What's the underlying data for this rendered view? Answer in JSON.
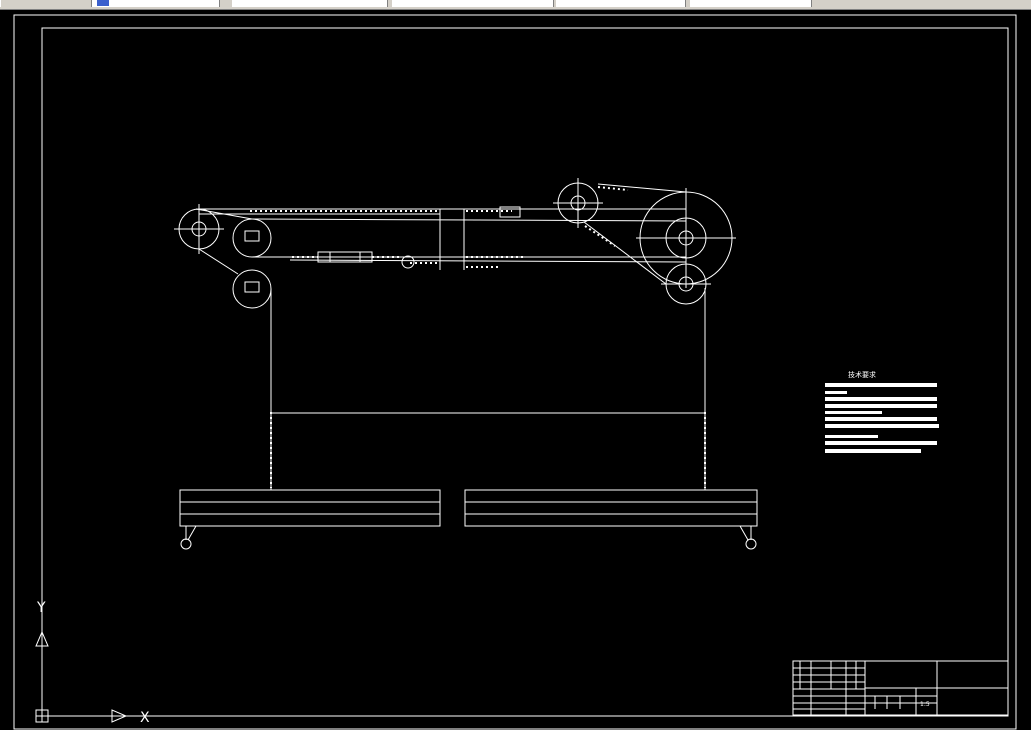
{
  "window": {
    "toolbar_segments": [
      "",
      "",
      "",
      "",
      "",
      "",
      ""
    ]
  },
  "colors": {
    "background": "#000000",
    "linework": "#ffffff",
    "toolbar": "#d4d0c8"
  },
  "drawing": {
    "notes_title": "技术要求",
    "title_block": {
      "drawing_name": "",
      "scale": "1:5",
      "labels": [
        "",
        "",
        ""
      ]
    },
    "ucs": {
      "y_label": "Y",
      "x_label": "X"
    }
  }
}
